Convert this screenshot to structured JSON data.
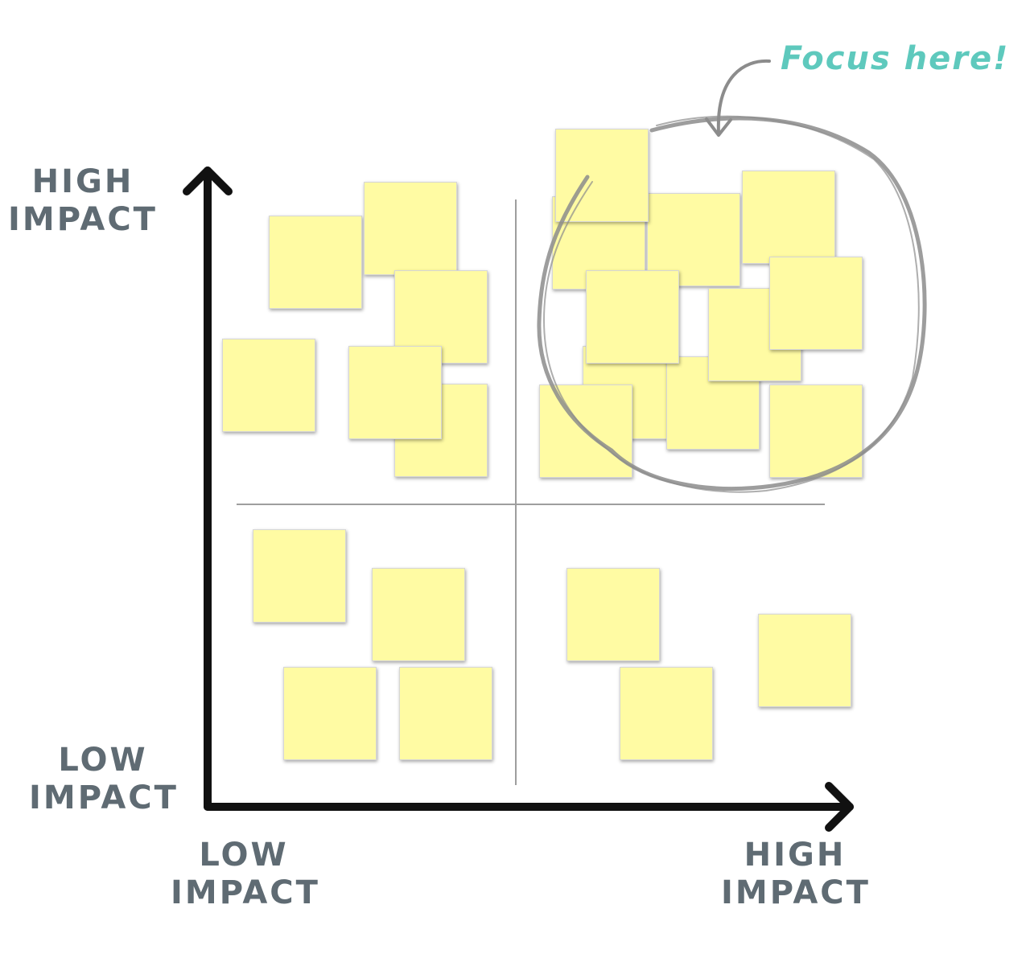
{
  "labels": {
    "y_high": [
      "HIGH",
      "IMPACT"
    ],
    "y_low": [
      "LOW",
      "IMPACT"
    ],
    "x_low": [
      "LOW",
      "IMPACT"
    ],
    "x_high": [
      "HIGH",
      "IMPACT"
    ],
    "focus": "Focus here!"
  },
  "colors": {
    "note_fill": "#fffba3",
    "axis": "#111111",
    "label_text": "#5f6b73",
    "focus_text": "#5ec9bd",
    "circle": "#8c8c8c",
    "divider": "#9e9e9e"
  }
}
